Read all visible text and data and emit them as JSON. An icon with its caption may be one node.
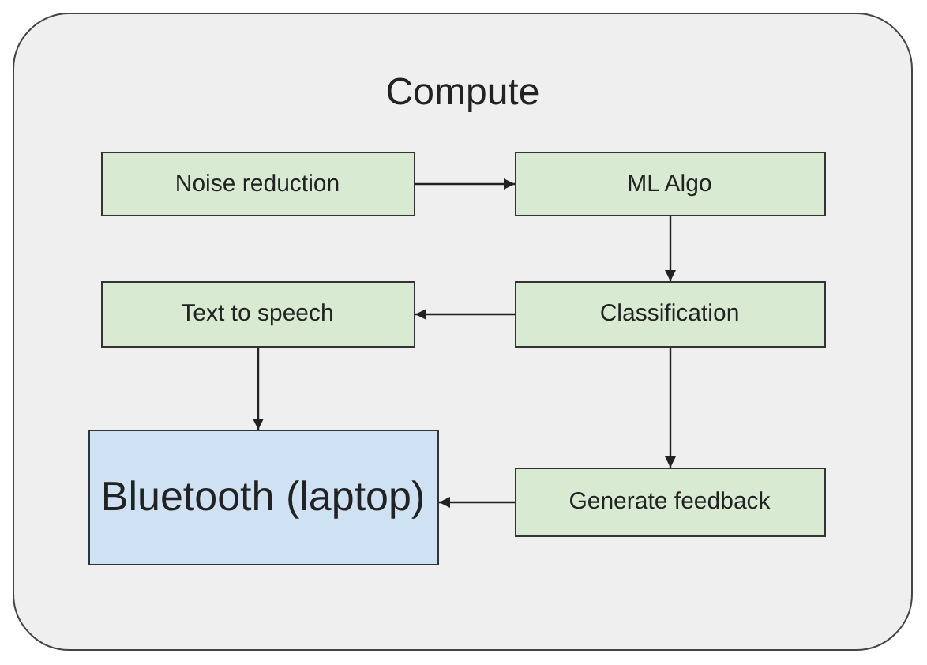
{
  "diagram": {
    "nodes": [
      {
        "text": [
          "Compute"
        ]
      },
      {
        "text": [
          "Noise reduction"
        ],
        "in": 0
      },
      {
        "text": [
          "ML Algo"
        ],
        "in": 0
      },
      {
        "text": [
          "Text to speech"
        ],
        "in": 0
      },
      {
        "text": [
          "Classification"
        ],
        "in": 0
      },
      {
        "text": [
          "Bluetooth (laptop)"
        ],
        "in": 0
      },
      {
        "text": [
          "Generate feedback"
        ],
        "in": 0
      }
    ],
    "edges": [
      {
        "from": 1,
        "to": 2,
        "arrow": "to"
      },
      {
        "from": 2,
        "to": 4,
        "arrow": "to"
      },
      {
        "from": 4,
        "to": 3,
        "arrow": "to"
      },
      {
        "from": 4,
        "to": 6,
        "arrow": "to"
      },
      {
        "from": 3,
        "to": 5,
        "arrow": "to"
      },
      {
        "from": 6,
        "to": 5,
        "arrow": "to"
      }
    ]
  }
}
